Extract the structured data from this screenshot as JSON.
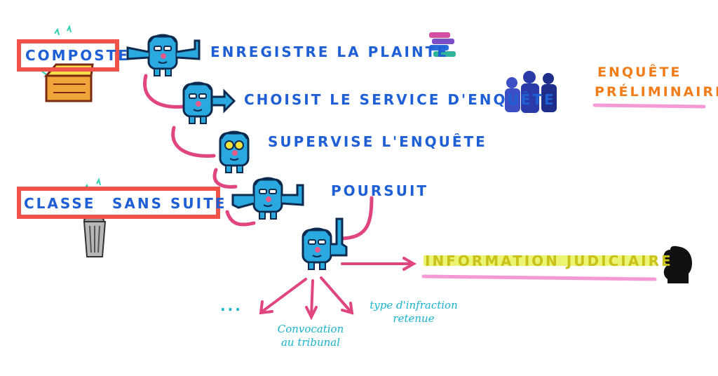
{
  "title_tag": "ENQUÊTE PRÉLIMINAIRE",
  "title_tag_line1": "ENQUÊTE",
  "title_tag_line2": "PRÉLIMINAIRE",
  "steps": [
    {
      "label": "ENREGISTRE LA PLAINTE"
    },
    {
      "label": "CHOISIT LE SERVICE D'ENQUÊTE"
    },
    {
      "label": "SUPERVISE L'ENQUÊTE"
    },
    {
      "label": "POURSUIT"
    }
  ],
  "outcomes": {
    "composte": "COMPOSTE",
    "classe": "CLASSE",
    "sans_suite": "SANS SUITE",
    "information": "INFORMATION JUDICIAIRE"
  },
  "branches": {
    "ellipsis": "...",
    "convocation_line1": "Convocation",
    "convocation_line2": "au tribunal",
    "infraction_line1": "type d'infraction",
    "infraction_line2": "retenue"
  },
  "colors": {
    "character_blue": "#29a9e0",
    "text_blue": "#1f5fd6",
    "box_red": "#f0524a",
    "connector_pink": "#e0457f",
    "highlight_yellow": "#e9f25a",
    "title_orange": "#f07d1a",
    "highlight_pink": "#f49bd5",
    "handwriting_cyan": "#1ab3cf"
  },
  "icons": [
    "character-icon",
    "book-stack-icon",
    "police-group-icon",
    "treasure-chest-icon",
    "trash-can-icon",
    "judge-silhouette-icon"
  ]
}
